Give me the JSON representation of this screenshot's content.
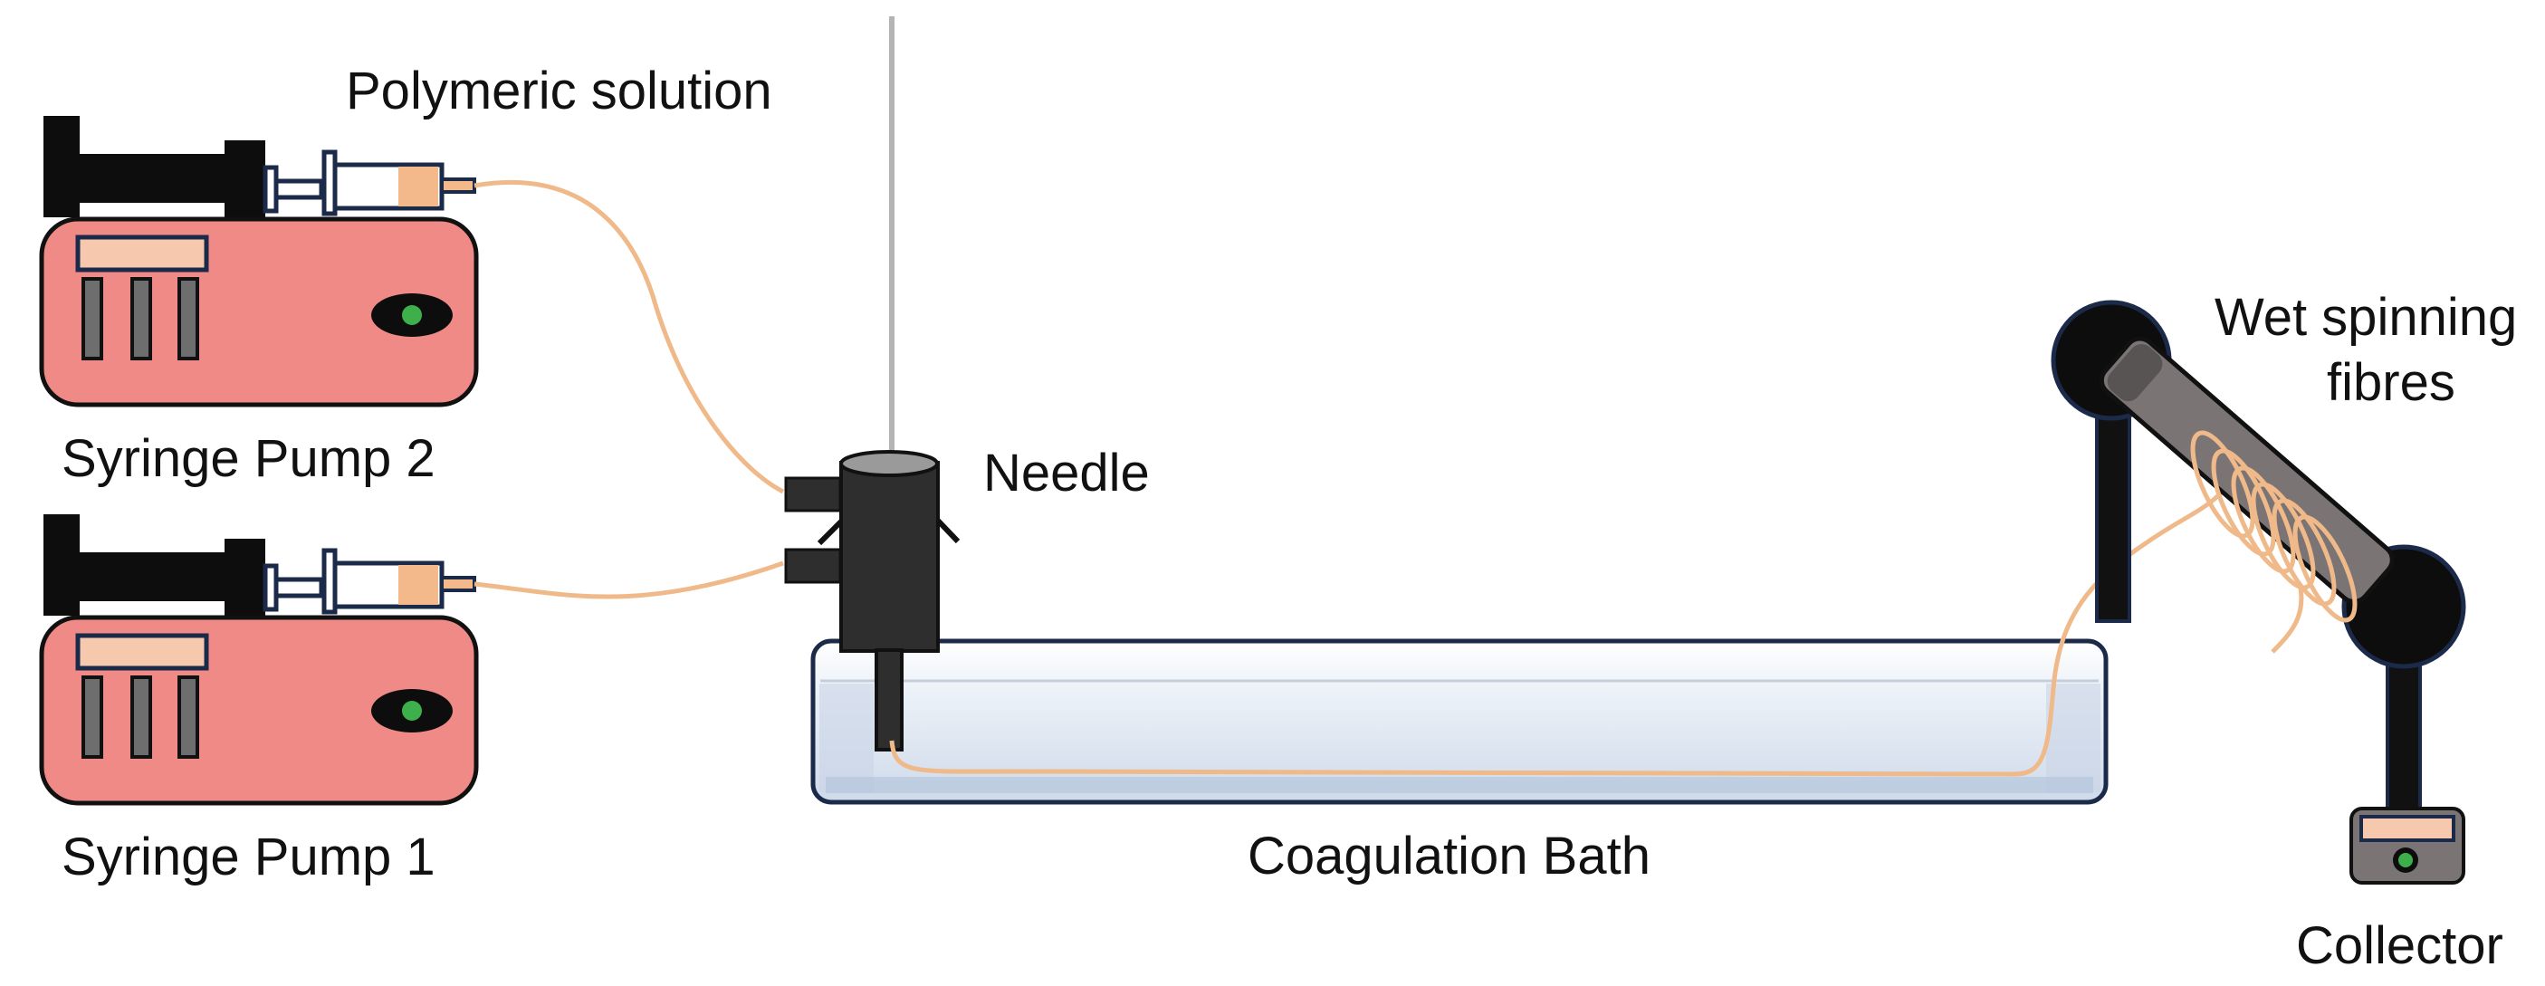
{
  "labels": {
    "polymeric_solution": "Polymeric solution",
    "syringe_pump_2": "Syringe Pump 2",
    "syringe_pump_1": "Syringe Pump 1",
    "needle": "Needle",
    "wet_spinning_line1": "Wet spinning",
    "wet_spinning_line2": "fibres",
    "coagulation_bath": "Coagulation Bath",
    "collector": "Collector"
  },
  "colors": {
    "pump_body": "#f08a86",
    "pump_panel": "#f6c8ad",
    "pump_slots": "#6e6e6e",
    "indicator_led": "#3db04b",
    "fiber": "#f0b98a",
    "syringe_liquid": "#f3b98a",
    "outline": "#1c2a4a",
    "needle_body": "#2e2e2e",
    "roller": "#7a7474",
    "bath_water": "#dfe7f1"
  }
}
